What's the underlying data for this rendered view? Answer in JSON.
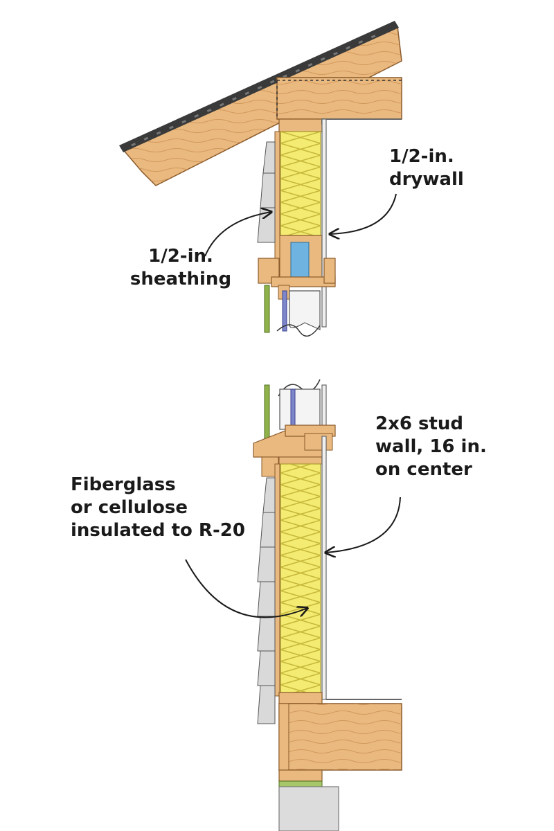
{
  "callouts": {
    "drywall": {
      "line1": "1/2-in.",
      "line2": "drywall"
    },
    "sheathing": {
      "line1": "1/2-in.",
      "line2": "sheathing"
    },
    "stud_wall": {
      "line1": "2x6 stud",
      "line2": "wall, 16 in.",
      "line3": "on center"
    },
    "insulation": {
      "line1": "Fiberglass",
      "line2": "or cellulose",
      "line3": "insulated to R-20"
    }
  },
  "colors": {
    "lumber": "#e9b97f",
    "lumber_grain": "#c98a4e",
    "insulation": "#f4ec72",
    "insulation_zigzag": "#c7b93c",
    "siding": "#d9d9d9",
    "sheathing_green": "#8fb34a",
    "shingle_dark": "#3a3a3a",
    "vapor_blue": "#6fb3e0",
    "window_blue": "#7d86c9",
    "foundation": "#dcdcdc",
    "text": "#1a1a1a"
  }
}
